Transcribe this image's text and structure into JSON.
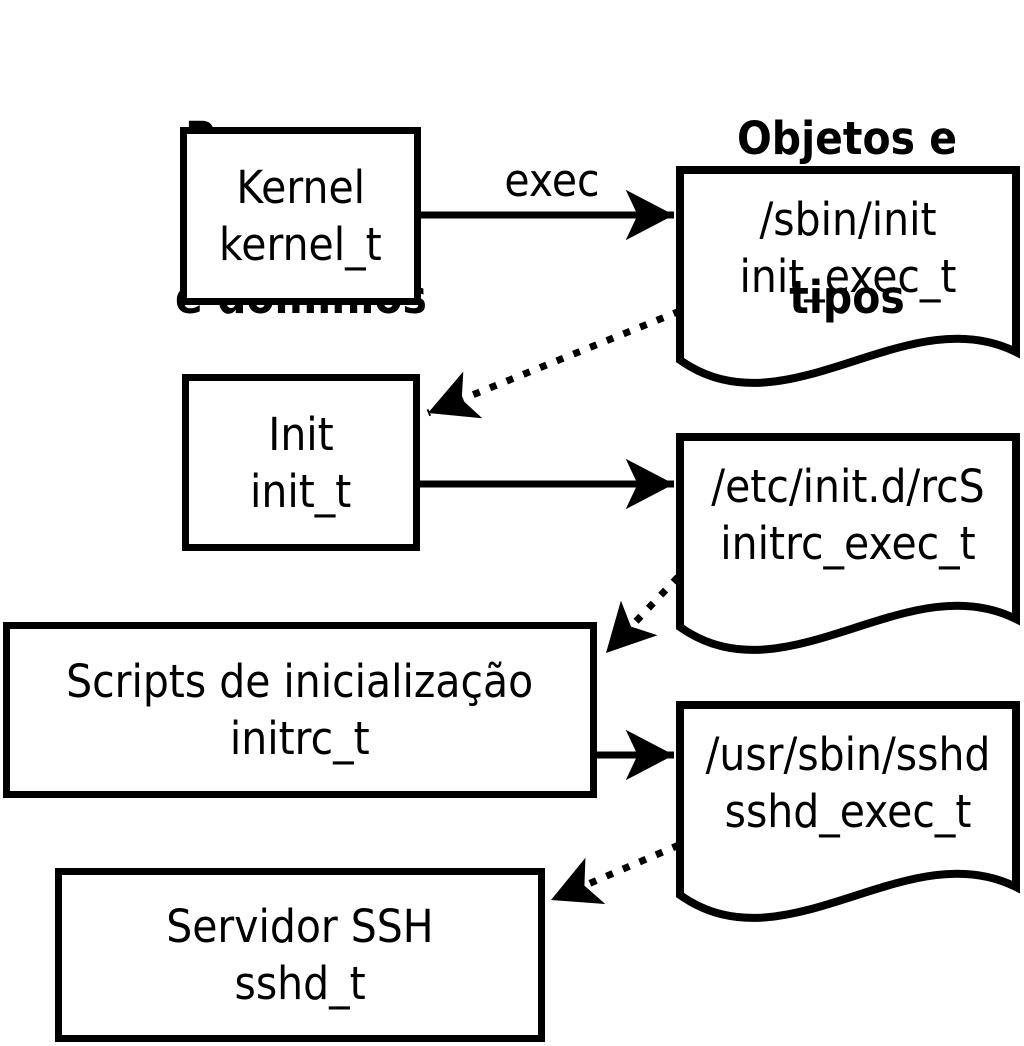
{
  "headers": {
    "left": [
      "Processos",
      "e domínios"
    ],
    "right": [
      "Objetos e",
      "tipos"
    ]
  },
  "processes": [
    {
      "name": "Kernel",
      "domain": "kernel_t"
    },
    {
      "name": "Init",
      "domain": "init_t"
    },
    {
      "name": "Scripts de inicialização",
      "domain": "initrc_t"
    },
    {
      "name": "Servidor SSH",
      "domain": "sshd_t"
    }
  ],
  "objects": [
    {
      "path": "/sbin/init",
      "type": "init_exec_t"
    },
    {
      "path": "/etc/init.d/rcS",
      "type": "initrc_exec_t"
    },
    {
      "path": "/usr/sbin/sshd",
      "type": "sshd_exec_t"
    }
  ],
  "labels": {
    "exec": "exec"
  },
  "colors": {
    "line": "#000000",
    "background": "#ffffff"
  }
}
